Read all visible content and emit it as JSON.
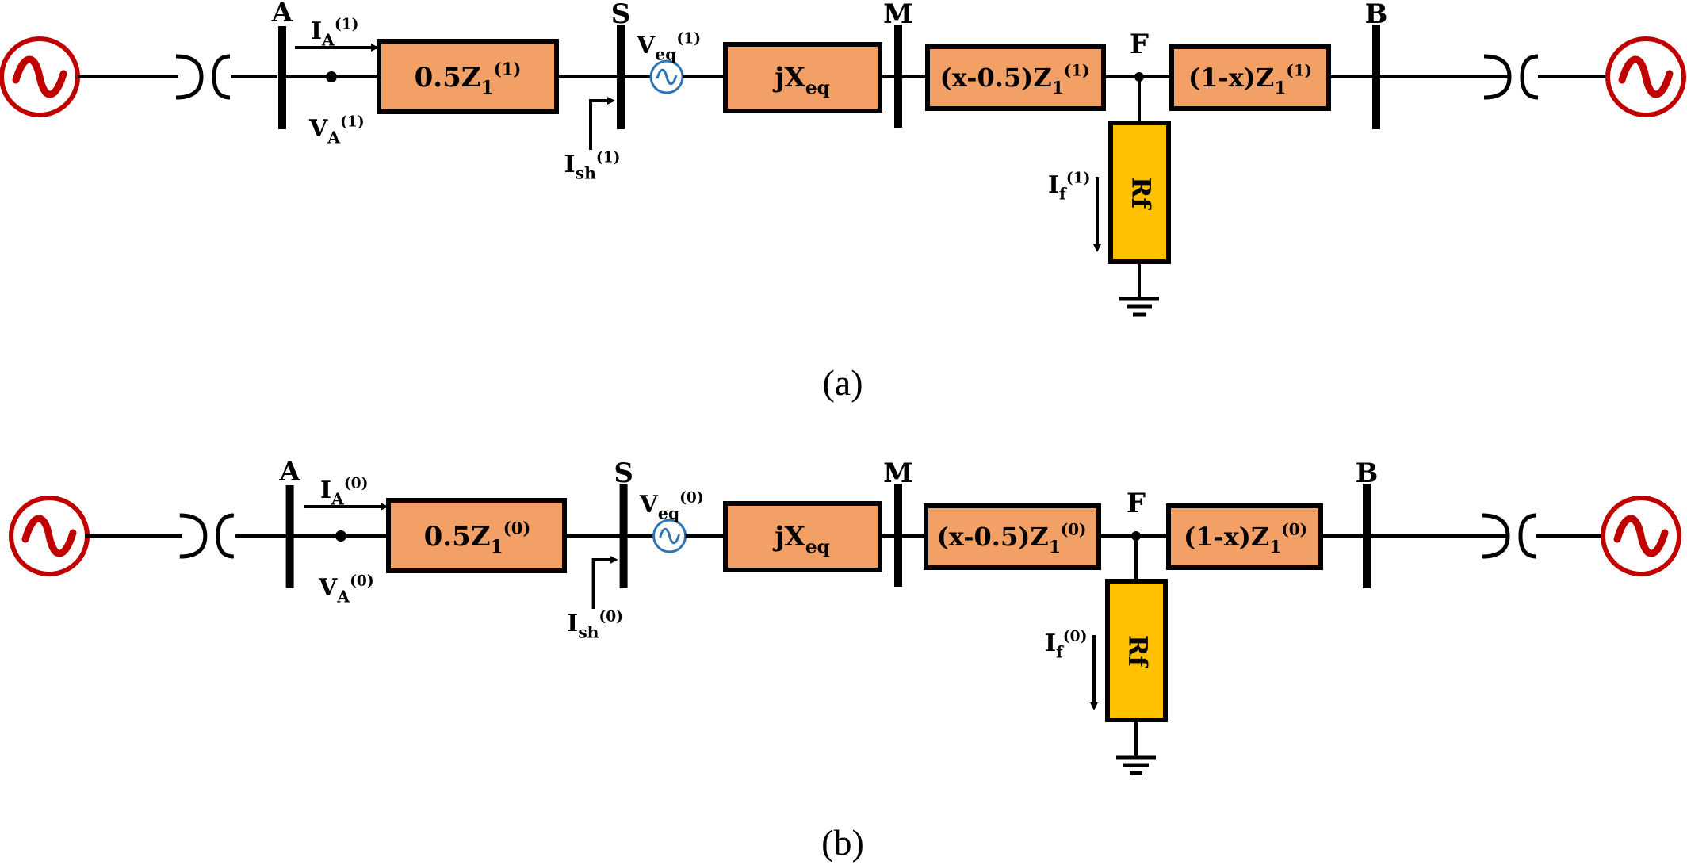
{
  "colors": {
    "impedance_box": "#F2A066",
    "fault_resistor": "#FFC000",
    "source_red": "#C00000",
    "veq_blue": "#2E75B6",
    "fault_label": "#FF0000"
  },
  "icons": {
    "source": "ac-source-icon",
    "transformer": "transformer-icon",
    "ground": "ground-icon"
  },
  "diagrams": [
    {
      "id": "a",
      "caption": "(a)",
      "buses": {
        "A": "A",
        "S": "S",
        "M": "M",
        "F": "F",
        "B": "B"
      },
      "ia": {
        "base": "I",
        "sub": "A",
        "sup": "(1)"
      },
      "va": {
        "base": "V",
        "sub": "A",
        "sup": "(1)"
      },
      "ish": {
        "base": "I",
        "sub": "sh",
        "sup": "(1)"
      },
      "veq": {
        "base": "V",
        "sub": "eq",
        "sup": "(1)"
      },
      "if": {
        "base": "I",
        "sub": "f",
        "sup": "(1)"
      },
      "z1": {
        "base": "0.5Z",
        "sub": "1",
        "sup": "(1)"
      },
      "jx": {
        "base": "jX",
        "sub": "eq"
      },
      "z2": {
        "base": "(x-0.5)Z",
        "sub": "1",
        "sup": "(1)"
      },
      "z3": {
        "base": "(1-x)Z",
        "sub": "1",
        "sup": "(1)"
      },
      "rf": "Rf"
    },
    {
      "id": "b",
      "caption": "(b)",
      "buses": {
        "A": "A",
        "S": "S",
        "M": "M",
        "F": "F",
        "B": "B"
      },
      "ia": {
        "base": "I",
        "sub": "A",
        "sup": "(0)"
      },
      "va": {
        "base": "V",
        "sub": "A",
        "sup": "(0)"
      },
      "ish": {
        "base": "I",
        "sub": "sh",
        "sup": "(0)"
      },
      "veq": {
        "base": "V",
        "sub": "eq",
        "sup": "(0)"
      },
      "if": {
        "base": "I",
        "sub": "f",
        "sup": "(0)"
      },
      "z1": {
        "base": "0.5Z",
        "sub": "1",
        "sup": "(0)"
      },
      "jx": {
        "base": "jX",
        "sub": "eq"
      },
      "z2": {
        "base": "(x-0.5)Z",
        "sub": "1",
        "sup": "(0)"
      },
      "z3": {
        "base": "(1-x)Z",
        "sub": "1",
        "sup": "(0)"
      },
      "rf": "Rf"
    }
  ]
}
